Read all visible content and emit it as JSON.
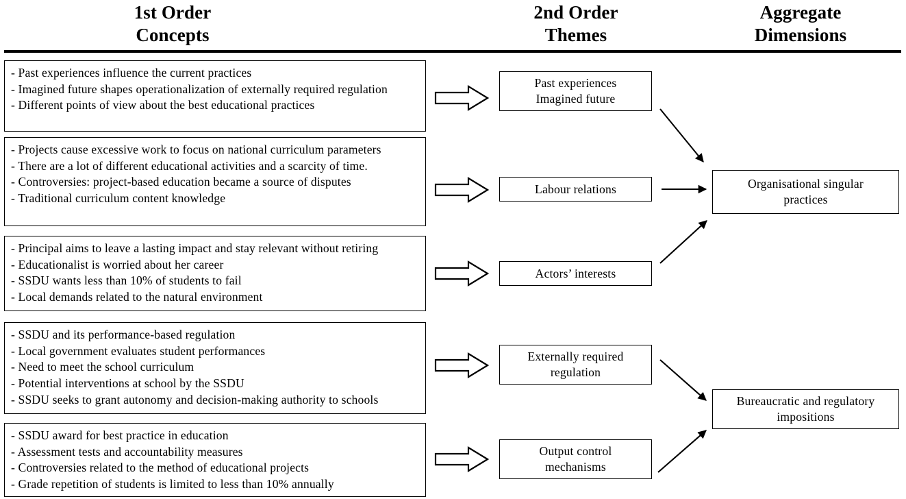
{
  "columns": [
    {
      "id": "first-order",
      "line1": "1st Order",
      "line2": "Concepts"
    },
    {
      "id": "second-order",
      "line1": "2nd Order",
      "line2": "Themes"
    },
    {
      "id": "aggregate",
      "line1": "Aggregate",
      "line2": "Dimensions"
    }
  ],
  "first_order_concepts": [
    {
      "id": "concept-group-1",
      "items": [
        "- Past experiences influence the current practices",
        "- Imagined future shapes operationalization of externally required regulation",
        "- Different points of view about the best educational practices"
      ]
    },
    {
      "id": "concept-group-2",
      "items": [
        "- Projects cause excessive work to focus on national curriculum parameters",
        "- There are a lot of different educational activities and a scarcity of time.",
        "- Controversies: project-based education became a source of disputes",
        "- Traditional curriculum content knowledge"
      ]
    },
    {
      "id": "concept-group-3",
      "items": [
        "- Principal aims to leave a lasting impact and stay relevant without retiring",
        "- Educationalist is worried about her career",
        "- SSDU wants less than 10% of students to fail",
        "- Local demands related to the natural environment"
      ]
    },
    {
      "id": "concept-group-4",
      "items": [
        "- SSDU and its performance-based regulation",
        "- Local government evaluates student performances",
        "- Need to meet the school curriculum",
        "- Potential interventions at school by the SSDU",
        "- SSDU seeks to grant autonomy and decision-making authority to schools"
      ]
    },
    {
      "id": "concept-group-5",
      "items": [
        "- SSDU award for best practice in education",
        "- Assessment tests and accountability measures",
        "- Controversies related to the method of educational projects",
        "- Grade repetition of students is limited to less than 10% annually"
      ]
    }
  ],
  "second_order_themes": [
    {
      "id": "theme-past-experiences",
      "line1": "Past experiences",
      "line2": "Imagined future"
    },
    {
      "id": "theme-labour-relations",
      "line1": "Labour relations",
      "line2": ""
    },
    {
      "id": "theme-actors-interests",
      "line1": "Actors’ interests",
      "line2": ""
    },
    {
      "id": "theme-externally-required-regulation",
      "line1": "Externally required",
      "line2": "regulation"
    },
    {
      "id": "theme-output-control-mechanisms",
      "line1": "Output control",
      "line2": "mechanisms"
    }
  ],
  "aggregate_dimensions": [
    {
      "id": "dimension-organisational-singular-practices",
      "line1": "Organisational singular",
      "line2": "practices"
    },
    {
      "id": "dimension-bureaucratic-and-regulatory-impositions",
      "line1": "Bureaucratic and regulatory",
      "line2": "impositions"
    }
  ],
  "colors": {
    "stroke": "#000000",
    "background": "#ffffff",
    "text": "#000000"
  }
}
